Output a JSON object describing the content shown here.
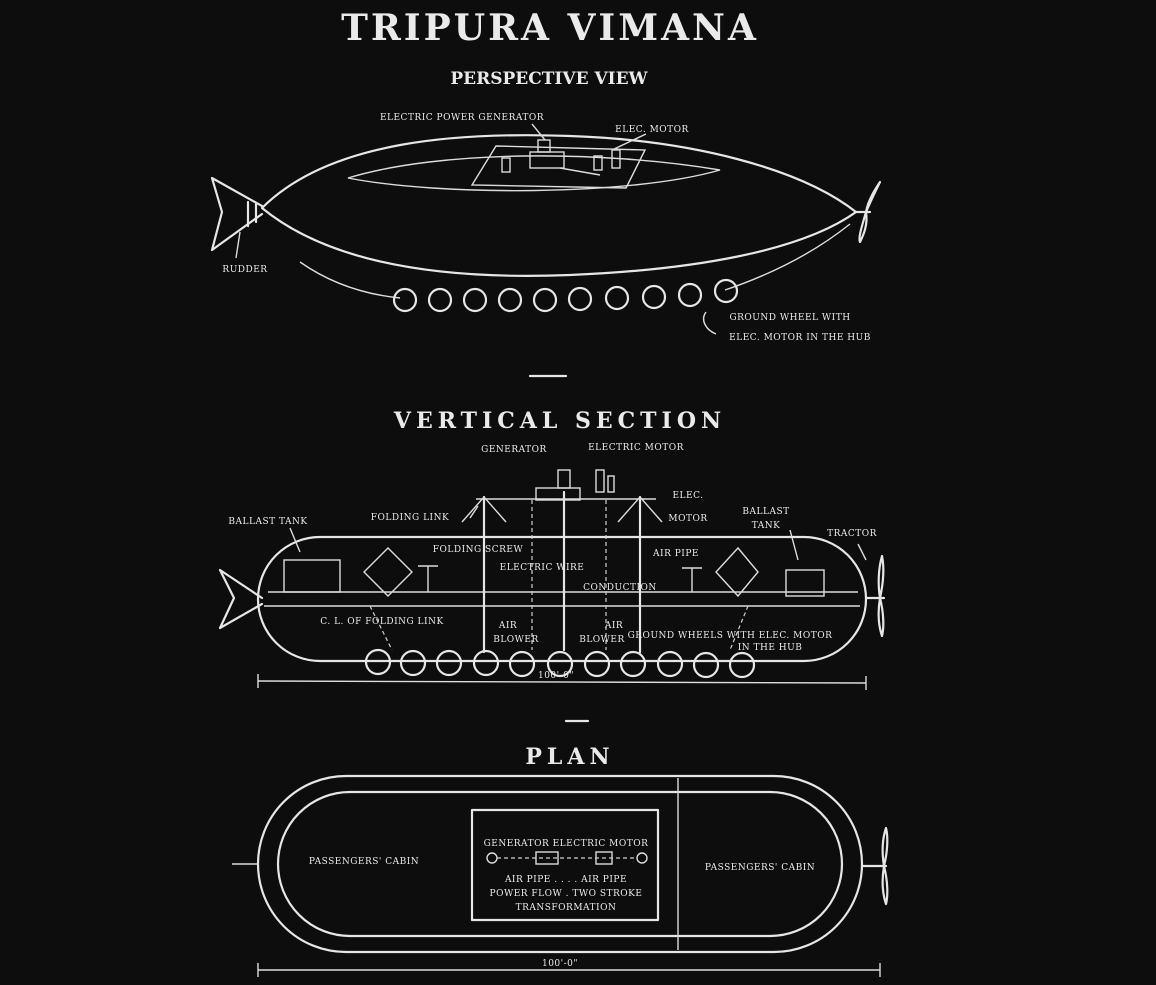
{
  "title": "TRIPURA VIMANA",
  "perspective": {
    "heading": "PERSPECTIVE VIEW",
    "labels": {
      "generator": "ELECTRIC POWER GENERATOR",
      "motor": "ELEC. MOTOR",
      "rudder": "RUDDER",
      "wheels_1": "GROUND WHEEL WITH",
      "wheels_2": "ELEC. MOTOR IN THE HUB"
    }
  },
  "section": {
    "heading": "VERTICAL SECTION",
    "labels": {
      "generator": "GENERATOR",
      "electric_motor": "ELECTRIC MOTOR",
      "elec_motor_1": "ELEC.",
      "elec_motor_2": "MOTOR",
      "ballast_left": "BALLAST TANK",
      "ballast_right_1": "BALLAST",
      "ballast_right_2": "TANK",
      "folding_link": "FOLDING LINK",
      "tractor": "TRACTOR",
      "folding_screw": "FOLDING SCREW",
      "air_pipe": "AIR PIPE",
      "electric_wire": "ELECTRIC WIRE",
      "conduction": "CONDUCTION",
      "cl_folding_link": "C. L. OF FOLDING LINK",
      "air_blower_left_1": "AIR",
      "air_blower_left_2": "BLOWER",
      "air_blower_right_1": "AIR",
      "air_blower_right_2": "BLOWER",
      "wheel_note_1": "GROUND WHEELS WITH ELEC. MOTOR",
      "wheel_note_2": "IN THE HUB",
      "dimension": "100'-0\""
    }
  },
  "plan": {
    "heading": "PLAN",
    "labels": {
      "cabin_left": "PASSENGERS' CABIN",
      "cabin_right": "PASSENGERS' CABIN",
      "center_1": "GENERATOR   ELECTRIC MOTOR",
      "center_2": "AIR PIPE  .  .  .  .  AIR PIPE",
      "center_3": "POWER FLOW  .  TWO STROKE",
      "center_4": "TRANSFORMATION",
      "dimension": "100'-0\""
    }
  }
}
